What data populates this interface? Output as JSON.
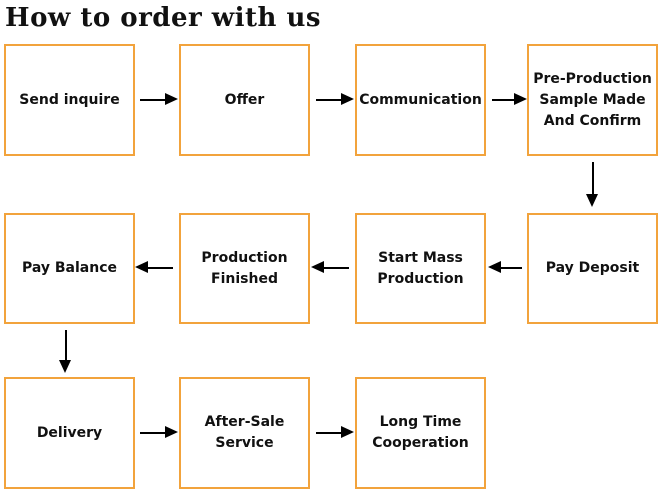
{
  "title": "How to order with us",
  "colors": {
    "box_border": "#F2A33C",
    "arrow": "#000000",
    "text": "#111111",
    "background": "#FFFFFF"
  },
  "flow": {
    "rows": [
      {
        "direction": "right",
        "boxes": [
          "Send inquire",
          "Offer",
          "Communication",
          "Pre-Production Sample Made And Confirm"
        ]
      },
      {
        "direction": "left",
        "boxes": [
          "Pay Balance",
          "Production Finished",
          "Start Mass Production",
          "Pay Deposit"
        ]
      },
      {
        "direction": "right",
        "boxes": [
          "Delivery",
          "After-Sale Service",
          "Long Time Cooperation"
        ]
      }
    ],
    "vertical_connectors": [
      {
        "from": "Pre-Production Sample Made And Confirm",
        "to": "Pay Deposit"
      },
      {
        "from": "Pay Balance",
        "to": "Delivery"
      }
    ]
  }
}
